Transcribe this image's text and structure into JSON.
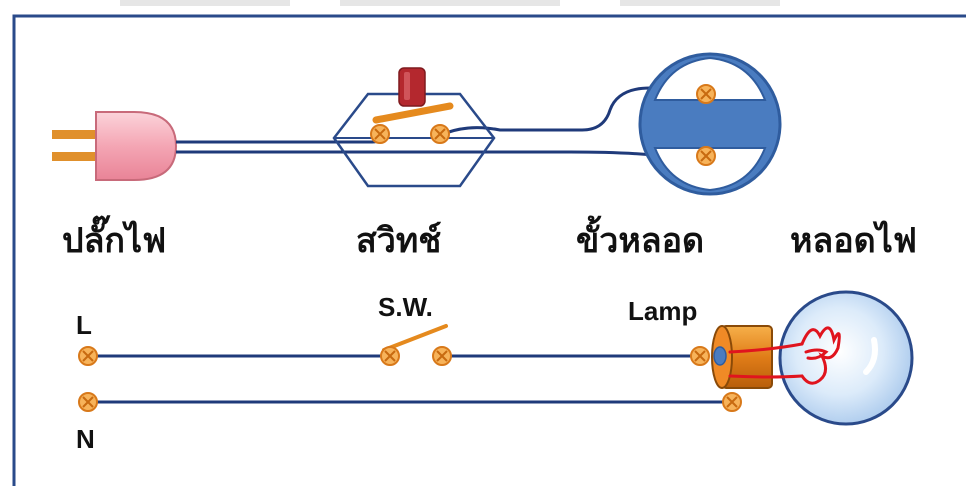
{
  "labels": {
    "plug": "ปลั๊กไฟ",
    "switch": "สวิทช์",
    "socket": "ขั้วหลอด",
    "bulb": "หลอดไฟ"
  },
  "schematic": {
    "line": "L",
    "neutral": "N",
    "switch": "S.W.",
    "lamp": "Lamp"
  },
  "colors": {
    "wire": "#1f3a7a",
    "frame": "#2a4a8a",
    "terminal": "#f39c34",
    "plug_body": "#f4a6b4",
    "plug_pins": "#e0902c",
    "switch_button": "#b4282e",
    "socket_disc": "#4a7cc0",
    "glass": "#cfe3f7",
    "filament": "#e0141e"
  },
  "icons": [
    "plug-icon",
    "switch-icon",
    "lamp-socket-icon",
    "bulb-icon",
    "terminal-icon"
  ]
}
